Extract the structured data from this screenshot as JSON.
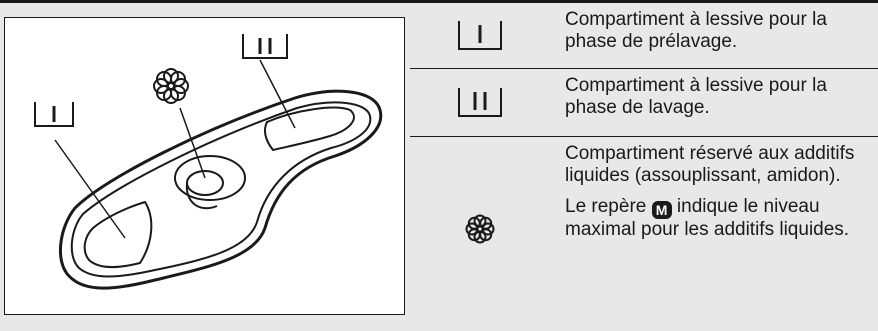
{
  "figure": {
    "label_prewash_icon": "prewash-compartment-icon",
    "label_wash_icon": "wash-compartment-icon",
    "label_softener_icon": "flower-softener-icon"
  },
  "rows": [
    {
      "icon": "prewash-compartment-icon",
      "text": "Compartiment à lessive pour la phase de prélavage."
    },
    {
      "icon": "wash-compartment-icon",
      "text": "Compartiment à lessive pour la phase de lavage."
    },
    {
      "icon": "flower-softener-icon",
      "text": "Compartiment réservé aux additifs liquides (assouplissant, amidon).",
      "note_before": "Le repère",
      "note_badge": "M",
      "note_after": "indique le niveau maximal pour les additifs liquides."
    }
  ]
}
